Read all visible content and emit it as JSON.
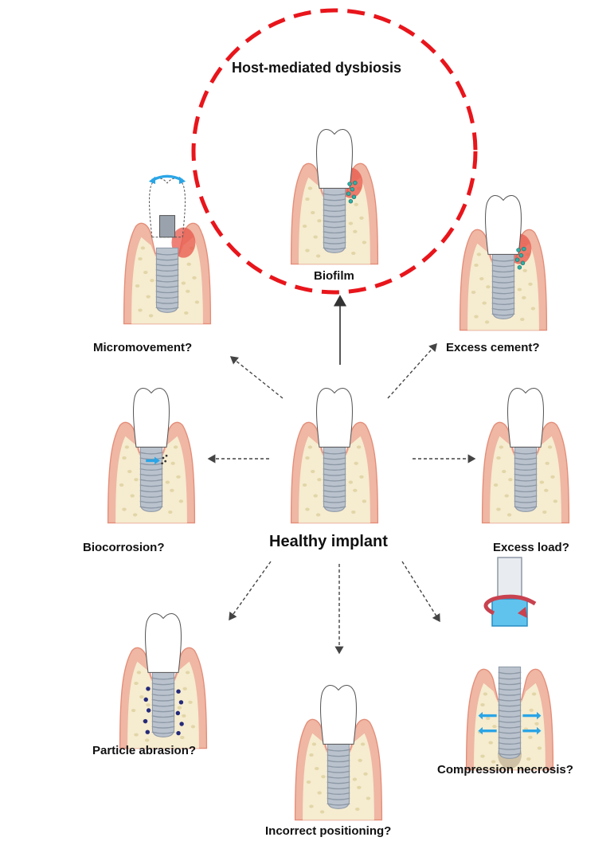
{
  "title": "Host-mediated dysbiosis",
  "center_label": "Healthy implant",
  "scenarios": {
    "biofilm": "Biofilm",
    "micromovement": "Micromovement?",
    "excess_cement": "Excess cement?",
    "biocorrosion": "Biocorrosion?",
    "excess_load": "Excess load?",
    "particle_abrasion": "Particle abrasion?",
    "incorrect_positioning": "Incorrect positioning?",
    "compression_necrosis": "Compression necrosis?"
  },
  "colors": {
    "dashed_circle": "#e8151b",
    "gum": "#efb7a4",
    "gum_dark": "#e48d78",
    "bone": "#f6ecd0",
    "bone_dot": "#e2d6a8",
    "implant": "#b9c2cd",
    "implant_dark": "#8d98a6",
    "crown": "#ffffff",
    "inflammation": "#e8554a",
    "blue_arrow": "#2aa5e6",
    "driver_blue": "#5fc3ee",
    "rotation_arrow": "#c8424f",
    "particle": "#252a7a",
    "necrosis": "#c6b79a"
  }
}
